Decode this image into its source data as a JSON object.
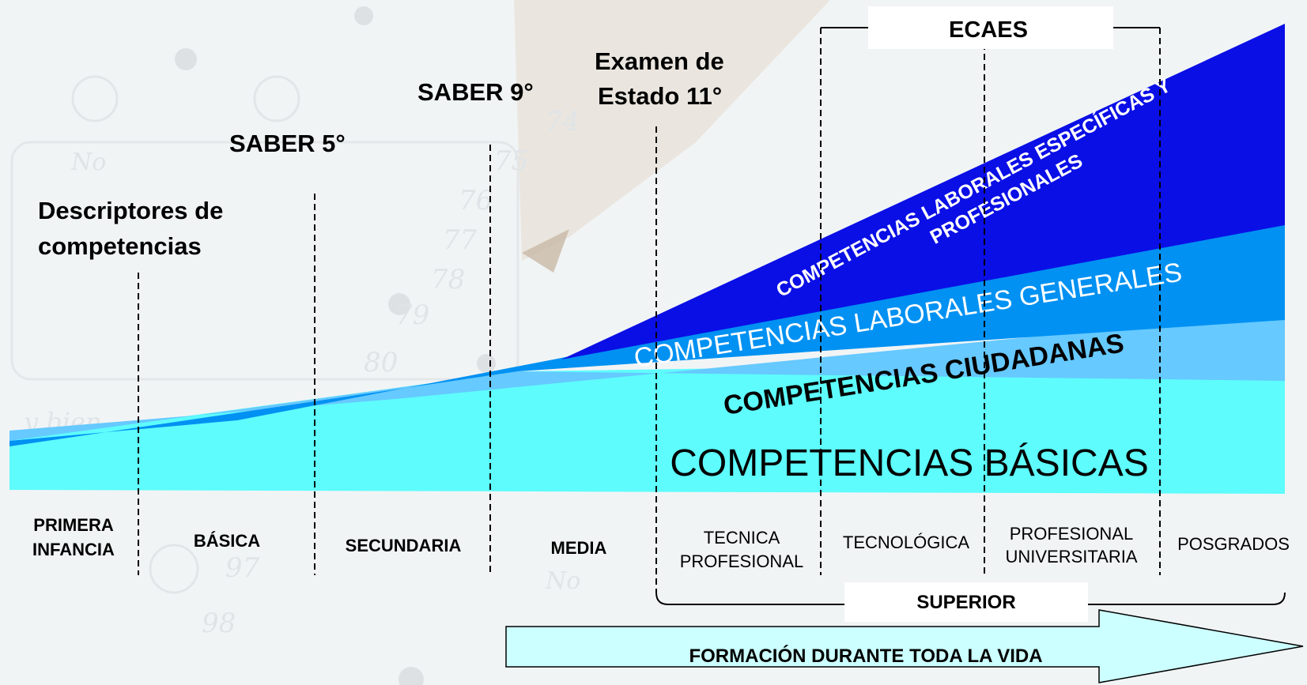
{
  "exams": {
    "descriptores_line1": "Descriptores de",
    "descriptores_line2": "competencias",
    "saber5": "SABER 5°",
    "saber9": "SABER 9°",
    "examen_line1": "Examen de",
    "examen_line2": "Estado 11°",
    "ecaes": "ECAES"
  },
  "bands": {
    "laborales_especificas_line1": "COMPETENCIAS LABORALES ESPECÍFICAS Y",
    "laborales_especificas_line2": "PROFESIONALES",
    "laborales_generales": "COMPETENCIAS LABORALES GENERALES",
    "ciudadanas": "COMPETENCIAS CIUDADANAS",
    "basicas": "COMPETENCIAS BÁSICAS"
  },
  "levels": {
    "primera_line1": "PRIMERA",
    "primera_line2": "INFANCIA",
    "basica": "BÁSICA",
    "secundaria": "SECUNDARIA",
    "media": "MEDIA",
    "tecnica_line1": "TECNICA",
    "tecnica_line2": "PROFESIONAL",
    "tecnologica": "TECNOLÓGICA",
    "profesional_line1": "PROFESIONAL",
    "profesional_line2": "UNIVERSITARIA",
    "posgrados": "POSGRADOS"
  },
  "superior": "SUPERIOR",
  "arrow_label": "FORMACIÓN DURANTE TODA LA VIDA",
  "background_marks": [
    "No",
    "74",
    "75",
    "76",
    "77",
    "78",
    "79",
    "80",
    "y bien",
    "97",
    "98",
    "No"
  ],
  "colors": {
    "basicas": "#5efcfc",
    "ciudadanas": "#66c9ff",
    "generales": "#0091f2",
    "especificas": "#0a0fe6",
    "arrow": "#ccffff"
  }
}
